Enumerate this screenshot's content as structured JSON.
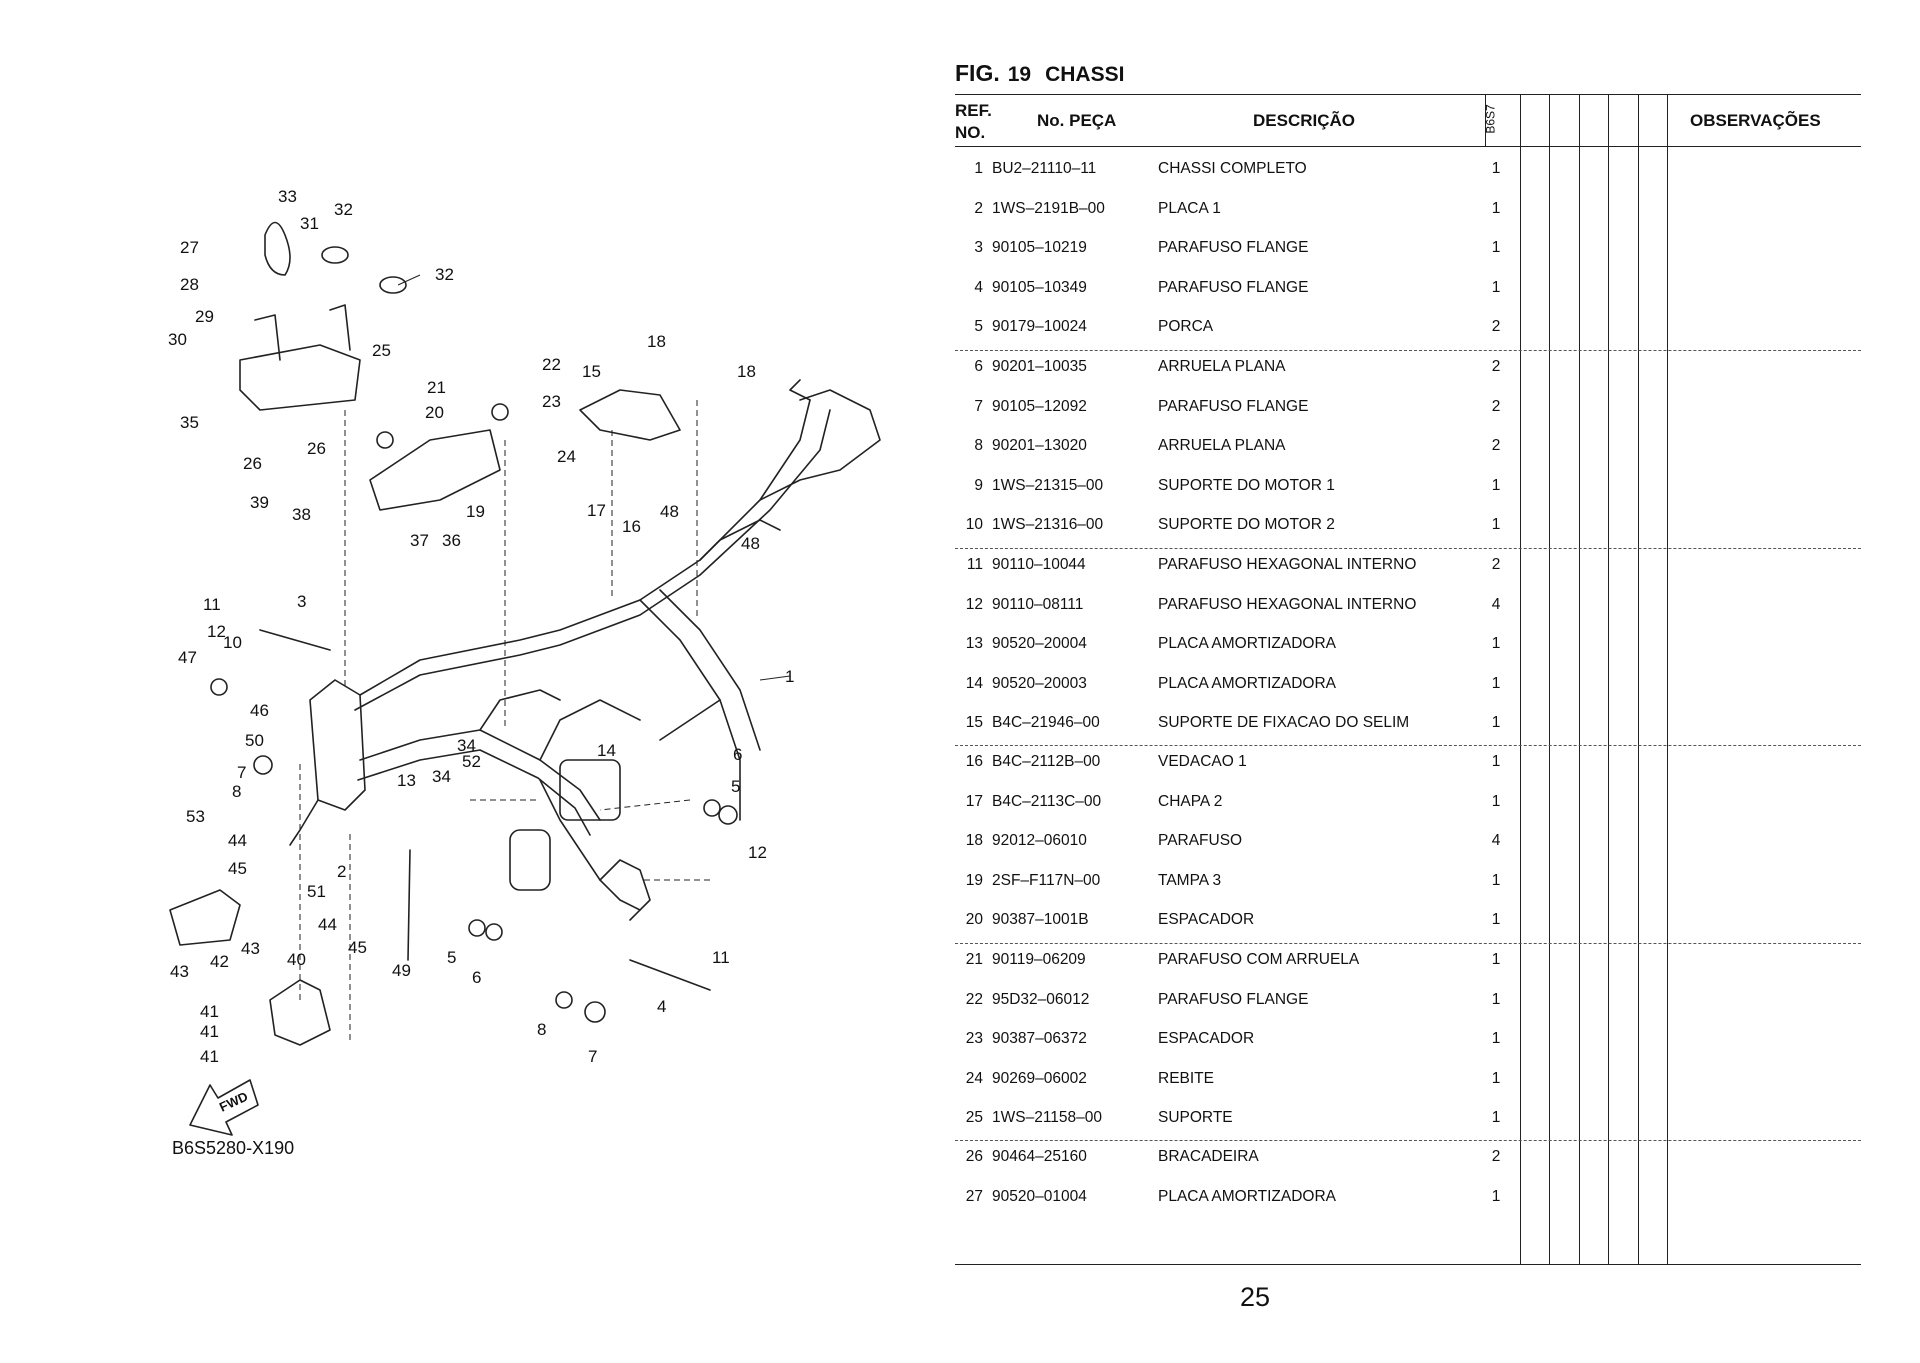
{
  "diagram": {
    "code": "B6S5280-X190",
    "fwd_label": "FWD",
    "callouts": [
      "1",
      "2",
      "3",
      "4",
      "5",
      "5",
      "6",
      "6",
      "7",
      "7",
      "8",
      "8",
      "10",
      "11",
      "11",
      "12",
      "12",
      "13",
      "14",
      "15",
      "16",
      "17",
      "18",
      "18",
      "19",
      "20",
      "21",
      "22",
      "23",
      "24",
      "25",
      "26",
      "26",
      "27",
      "28",
      "29",
      "30",
      "31",
      "32",
      "32",
      "33",
      "34",
      "34",
      "35",
      "36",
      "37",
      "38",
      "39",
      "40",
      "41",
      "41",
      "41",
      "42",
      "43",
      "43",
      "44",
      "44",
      "45",
      "45",
      "46",
      "47",
      "48",
      "48",
      "49",
      "50",
      "51",
      "52",
      "53"
    ]
  },
  "parts_list": {
    "fig_word": "FIG.",
    "fig_number": "19",
    "fig_name": "CHASSI",
    "headers": {
      "ref_line1": "REF.",
      "ref_line2": "NO.",
      "part_no": "No. PEÇA",
      "description": "DESCRIÇÃO",
      "model": "B6S7",
      "remarks": "OBSERVAÇÕES"
    },
    "rows": [
      {
        "ref": "1",
        "part": "BU2–21110–11",
        "desc": "CHASSI COMPLETO",
        "qty": "1"
      },
      {
        "ref": "2",
        "part": "1WS–2191B–00",
        "desc": "PLACA 1",
        "qty": "1"
      },
      {
        "ref": "3",
        "part": "90105–10219",
        "desc": "PARAFUSO FLANGE",
        "qty": "1"
      },
      {
        "ref": "4",
        "part": "90105–10349",
        "desc": "PARAFUSO FLANGE",
        "qty": "1"
      },
      {
        "ref": "5",
        "part": "90179–10024",
        "desc": "PORCA",
        "qty": "2"
      },
      {
        "ref": "6",
        "part": "90201–10035",
        "desc": "ARRUELA PLANA",
        "qty": "2"
      },
      {
        "ref": "7",
        "part": "90105–12092",
        "desc": "PARAFUSO FLANGE",
        "qty": "2"
      },
      {
        "ref": "8",
        "part": "90201–13020",
        "desc": "ARRUELA PLANA",
        "qty": "2"
      },
      {
        "ref": "9",
        "part": "1WS–21315–00",
        "desc": "SUPORTE DO MOTOR 1",
        "qty": "1"
      },
      {
        "ref": "10",
        "part": "1WS–21316–00",
        "desc": "SUPORTE DO MOTOR 2",
        "qty": "1"
      },
      {
        "ref": "11",
        "part": "90110–10044",
        "desc": "PARAFUSO HEXAGONAL INTERNO",
        "qty": "2"
      },
      {
        "ref": "12",
        "part": "90110–08111",
        "desc": "PARAFUSO HEXAGONAL INTERNO",
        "qty": "4"
      },
      {
        "ref": "13",
        "part": "90520–20004",
        "desc": "PLACA AMORTIZADORA",
        "qty": "1"
      },
      {
        "ref": "14",
        "part": "90520–20003",
        "desc": "PLACA AMORTIZADORA",
        "qty": "1"
      },
      {
        "ref": "15",
        "part": "B4C–21946–00",
        "desc": "SUPORTE DE FIXACAO DO SELIM",
        "qty": "1"
      },
      {
        "ref": "16",
        "part": "B4C–2112B–00",
        "desc": "VEDACAO 1",
        "qty": "1"
      },
      {
        "ref": "17",
        "part": "B4C–2113C–00",
        "desc": "CHAPA 2",
        "qty": "1"
      },
      {
        "ref": "18",
        "part": "92012–06010",
        "desc": "PARAFUSO",
        "qty": "4"
      },
      {
        "ref": "19",
        "part": "2SF–F117N–00",
        "desc": "TAMPA 3",
        "qty": "1"
      },
      {
        "ref": "20",
        "part": "90387–1001B",
        "desc": "ESPACADOR",
        "qty": "1"
      },
      {
        "ref": "21",
        "part": "90119–06209",
        "desc": "PARAFUSO COM ARRUELA",
        "qty": "1"
      },
      {
        "ref": "22",
        "part": "95D32–06012",
        "desc": "PARAFUSO FLANGE",
        "qty": "1"
      },
      {
        "ref": "23",
        "part": "90387–06372",
        "desc": "ESPACADOR",
        "qty": "1"
      },
      {
        "ref": "24",
        "part": "90269–06002",
        "desc": "REBITE",
        "qty": "1"
      },
      {
        "ref": "25",
        "part": "1WS–21158–00",
        "desc": "SUPORTE",
        "qty": "1"
      },
      {
        "ref": "26",
        "part": "90464–25160",
        "desc": "BRACADEIRA",
        "qty": "2"
      },
      {
        "ref": "27",
        "part": "90520–01004",
        "desc": "PLACA AMORTIZADORA",
        "qty": "1"
      }
    ],
    "page_number": "25"
  }
}
